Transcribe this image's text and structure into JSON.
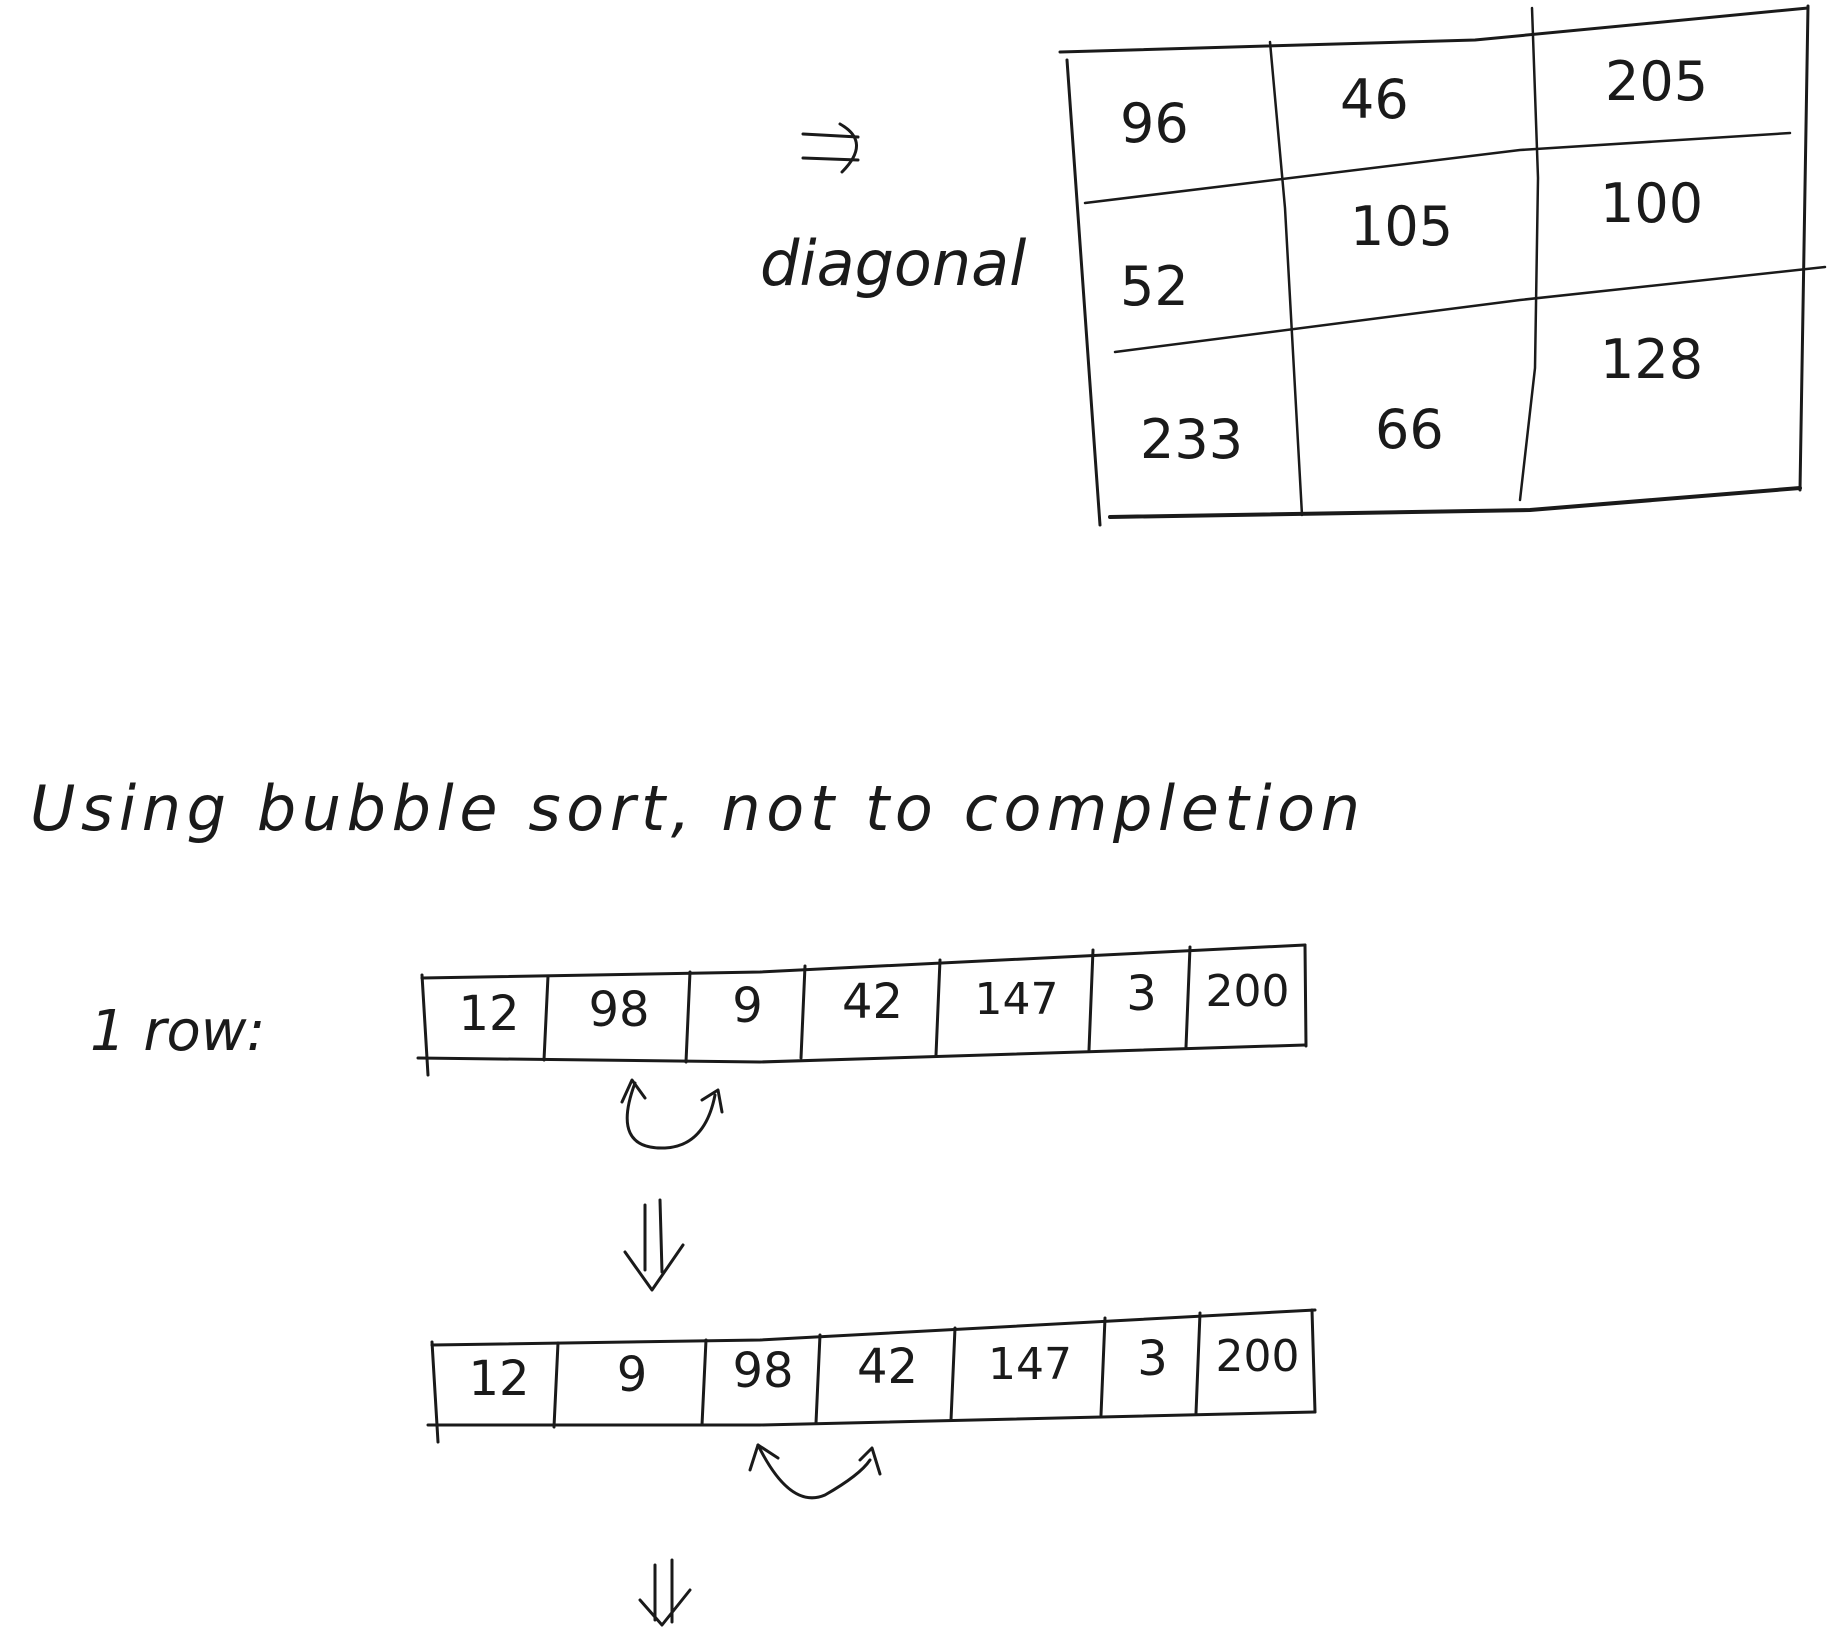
{
  "top": {
    "arrow_symbol": "⇒",
    "diagonal_label": "diagonal",
    "grid": [
      [
        "96",
        "46",
        "205"
      ],
      [
        "52",
        "105",
        "100"
      ],
      [
        "233",
        "66",
        "128"
      ]
    ]
  },
  "sentence": "Using bubble sort, not to completion",
  "row_label": "1 row:",
  "arrays": [
    {
      "values": [
        "12",
        "98",
        "9",
        "42",
        "147",
        "3",
        "200"
      ],
      "swap_between": [
        1,
        2
      ]
    },
    {
      "values": [
        "12",
        "9",
        "98",
        "42",
        "147",
        "3",
        "200"
      ],
      "swap_between": [
        2,
        3
      ]
    }
  ],
  "down_arrow_symbol": "⇓"
}
